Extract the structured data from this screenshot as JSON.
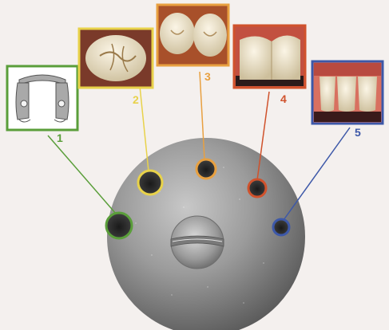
{
  "figure": {
    "items": [
      {
        "label": "1",
        "subject": "clamp",
        "color": "#5a9e3a"
      },
      {
        "label": "2",
        "subject": "molar-occlusal",
        "color": "#e8d24a"
      },
      {
        "label": "3",
        "subject": "molars-pair",
        "color": "#e8a040"
      },
      {
        "label": "4",
        "subject": "front-teeth-veneer",
        "color": "#d0522c"
      },
      {
        "label": "5",
        "subject": "incisors-row",
        "color": "#3d58a8"
      }
    ],
    "disc": {
      "subject": "polishing-disc-with-screw",
      "color": "#8a8a8a"
    }
  }
}
